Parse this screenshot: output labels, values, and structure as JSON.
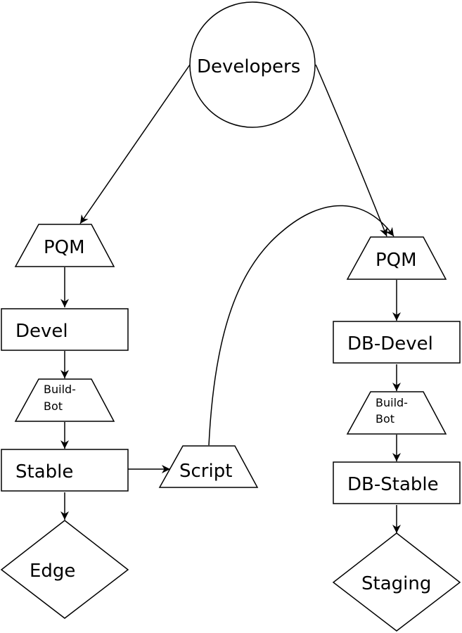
{
  "nodes": {
    "developers": "Developers",
    "pqm_left": "PQM",
    "devel": "Devel",
    "buildbot_left": [
      "Build-",
      "Bot"
    ],
    "stable": "Stable",
    "edge": "Edge",
    "script": "Script",
    "pqm_right": "PQM",
    "db_devel": "DB-Devel",
    "buildbot_right": [
      "Build-",
      "Bot"
    ],
    "db_stable": "DB-Stable",
    "staging": "Staging"
  }
}
